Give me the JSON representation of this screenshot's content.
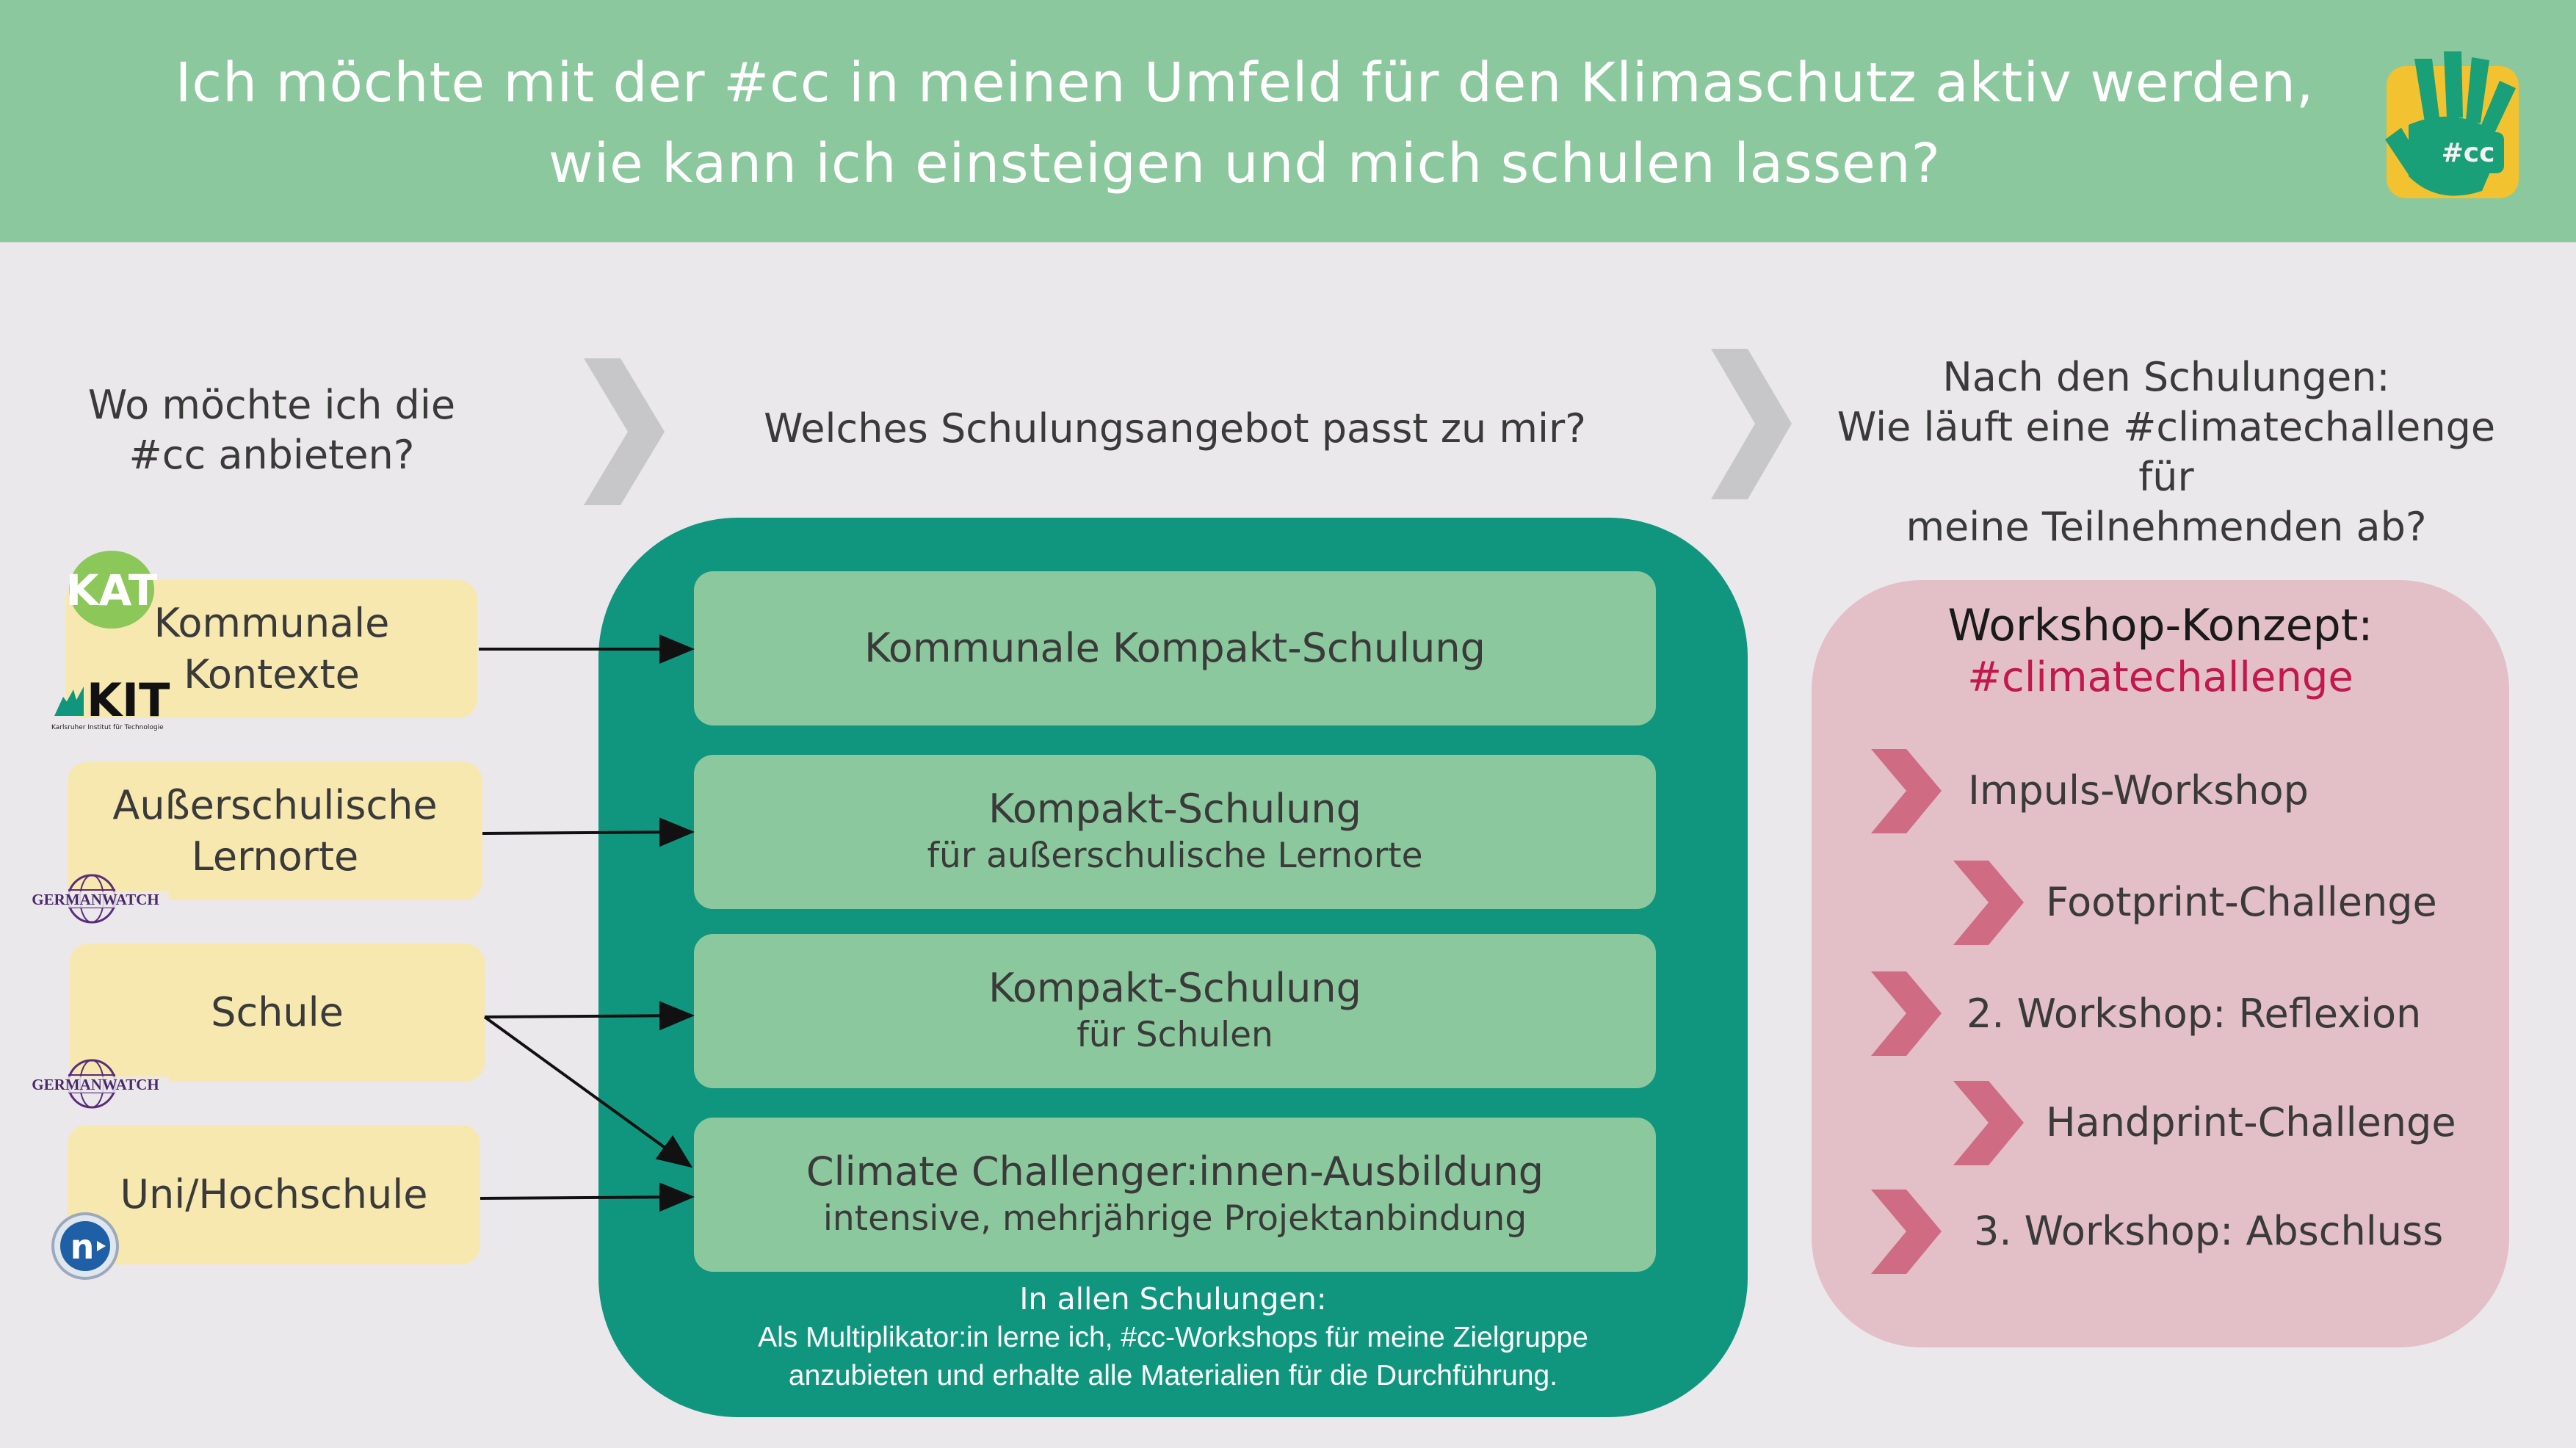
{
  "header": {
    "title_line1": "Ich möchte mit der #cc in meinen Umfeld für den Klimaschutz aktiv werden,",
    "title_line2": "wie kann ich einsteigen und mich schulen lassen?",
    "logo_text": "#cc"
  },
  "columns": {
    "left_question_line1": "Wo möchte ich die",
    "left_question_line2": "#cc anbieten?",
    "middle_question": "Welches Schulungsangebot passt zu mir?",
    "right_question_line1": "Nach den Schulungen:",
    "right_question_line2": "Wie läuft eine #climatechallenge für",
    "right_question_line3": "meine Teilnehmenden ab?"
  },
  "contexts": [
    {
      "line1": "Kommunale",
      "line2": "Kontexte"
    },
    {
      "line1": "Außerschulische",
      "line2": "Lernorte"
    },
    {
      "line1": "Schule",
      "line2": ""
    },
    {
      "line1": "Uni/Hochschule",
      "line2": ""
    }
  ],
  "partners": {
    "kat": "KAT",
    "kit": "KIT",
    "kit_sub": "Karlsruher Institut für Technologie",
    "germanwatch": "GERMANWATCH",
    "uni_badge": "n"
  },
  "courses": [
    {
      "title": "Kommunale Kompakt-Schulung",
      "subtitle": ""
    },
    {
      "title": "Kompakt-Schulung",
      "subtitle": "für außerschulische Lernorte"
    },
    {
      "title": "Kompakt-Schulung",
      "subtitle": "für Schulen"
    },
    {
      "title": "Climate Challenger:innen-Ausbildung",
      "subtitle": "intensive, mehrjährige Projektanbindung"
    }
  ],
  "note": {
    "heading": "In allen Schulungen:",
    "line1": "Als Multiplikator:in lerne ich, #cc-Workshops für meine Zielgruppe",
    "line2": "anzubieten und erhalte alle Materialien für die Durchführung."
  },
  "workshop": {
    "title": "Workshop-Konzept:",
    "tag": "#climatechallenge",
    "steps": [
      "Impuls-Workshop",
      "Footprint-Challenge",
      "2. Workshop: Reflexion",
      "Handprint-Challenge",
      "3. Workshop: Abschluss"
    ]
  },
  "colors": {
    "header_green": "#8cc89d",
    "panel_teal": "#10967e",
    "context_yellow": "#f7e8af",
    "workshop_pink": "#e3bfc8",
    "chevron_pink": "#cf6b83",
    "accent_red": "#c2184b"
  }
}
